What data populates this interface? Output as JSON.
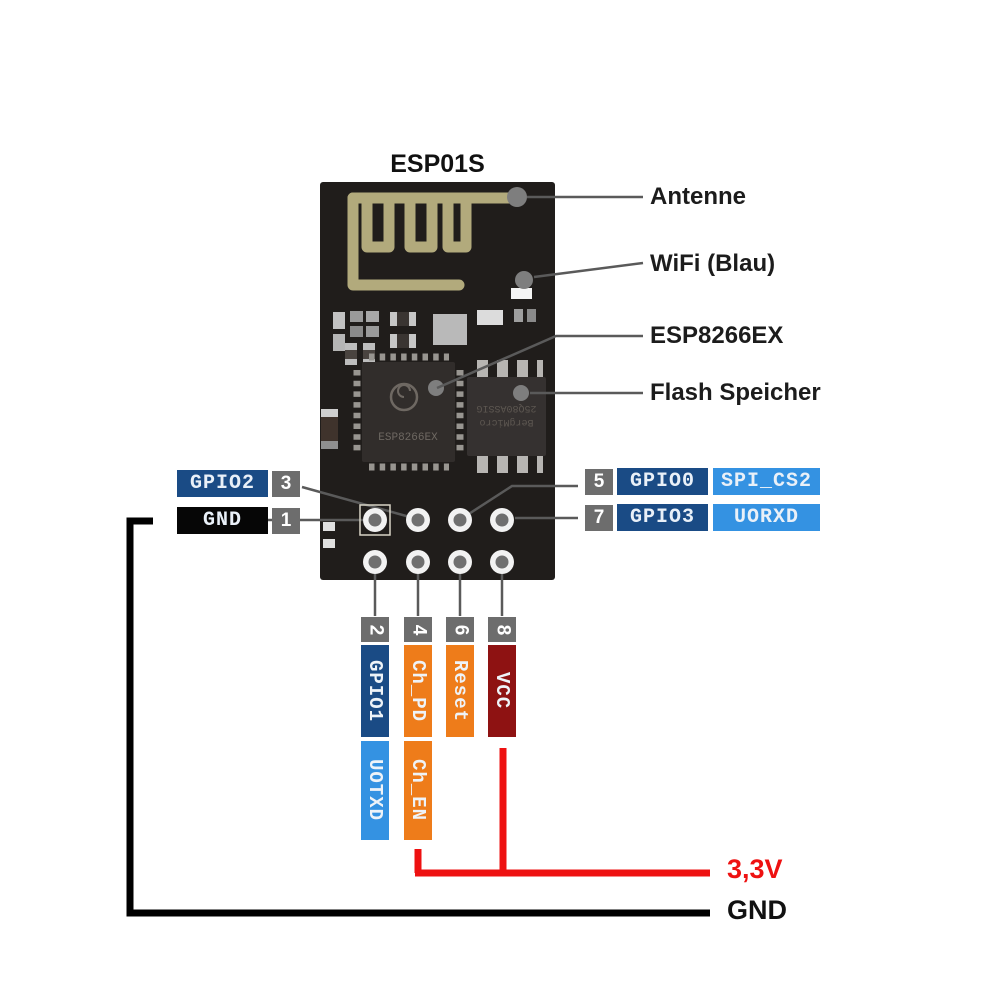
{
  "title": "ESP01S",
  "callouts": {
    "antenne": "Antenne",
    "wifi": "WiFi (Blau)",
    "esp8266ex": "ESP8266EX",
    "flash": "Flash Speicher"
  },
  "module": {
    "chip_label": "ESP8266EX",
    "flash_line1": "BergMicro",
    "flash_line2": "25Q80ASSIG"
  },
  "pins_left": [
    {
      "num": "3",
      "name": "GPIO2"
    },
    {
      "num": "1",
      "name": "GND"
    }
  ],
  "pins_right": [
    {
      "num": "5",
      "name": "GPIO0",
      "alt": "SPI_CS2"
    },
    {
      "num": "7",
      "name": "GPIO3",
      "alt": "UORXD"
    }
  ],
  "pins_bottom": [
    {
      "num": "2",
      "name": "GPIO1",
      "alt": "UOTXD"
    },
    {
      "num": "4",
      "name": "Ch_PD",
      "alt": "Ch_EN"
    },
    {
      "num": "6",
      "name": "Reset"
    },
    {
      "num": "8",
      "name": "VCC"
    }
  ],
  "power": {
    "v33": "3,3V",
    "gnd": "GND"
  },
  "colors": {
    "dark_blue": "#1a4b85",
    "light_blue": "#3492e2",
    "orange": "#ee7c1a",
    "dark_red": "#8e1212",
    "wire_red": "#ee1111",
    "wire_black": "#000000",
    "badge_gray": "#6d6d6d",
    "antenna_trace": "#b2aa7c"
  }
}
